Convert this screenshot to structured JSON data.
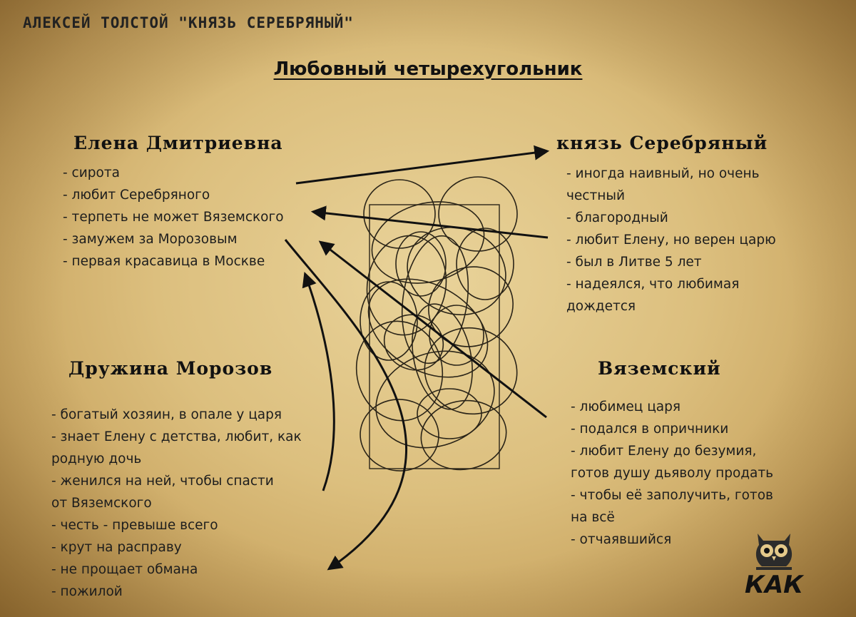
{
  "header": {
    "title": "АЛЕКСЕЙ ТОЛСТОЙ \"КНЯЗЬ СЕРЕБРЯНЫЙ\""
  },
  "main_title": "Любовный четырехугольник",
  "characters": {
    "elena": {
      "name": "Елена Дмитриевна",
      "traits": [
        "- сирота",
        "- любит Серебряного",
        "- терпеть не может Вяземского",
        "- замужем за Морозовым",
        "- первая красавица в Москве"
      ]
    },
    "serebryany": {
      "name": "князь Серебряный",
      "traits": [
        "- иногда наивный, но очень",
        "честный",
        "- благородный",
        "- любит Елену, но верен царю",
        "- был в Литве 5 лет",
        "- надеялся, что любимая",
        "дождется"
      ]
    },
    "morozov": {
      "name": "Дружина Морозов",
      "traits": [
        "- богатый хозяин, в опале у царя",
        "- знает Елену с детства, любит, как",
        "родную дочь",
        "- женился на ней, чтобы спасти",
        "от Вяземского",
        "- честь - превыше всего",
        "- крут на расправу",
        "- не прощает обмана",
        "- пожилой"
      ]
    },
    "vyazemsky": {
      "name": "Вяземский",
      "traits": [
        "- любимец царя",
        "- подался в опричники",
        "- любит Елену до безумия,",
        "готов душу дьяволу продать",
        "- чтобы её заполучить, готов",
        "на всё",
        "- отчаявшийся"
      ]
    }
  },
  "logo": {
    "text": "КАК",
    "icon": "owl-icon"
  },
  "colors": {
    "paper": "#dcbf7e",
    "ink": "#111111"
  }
}
